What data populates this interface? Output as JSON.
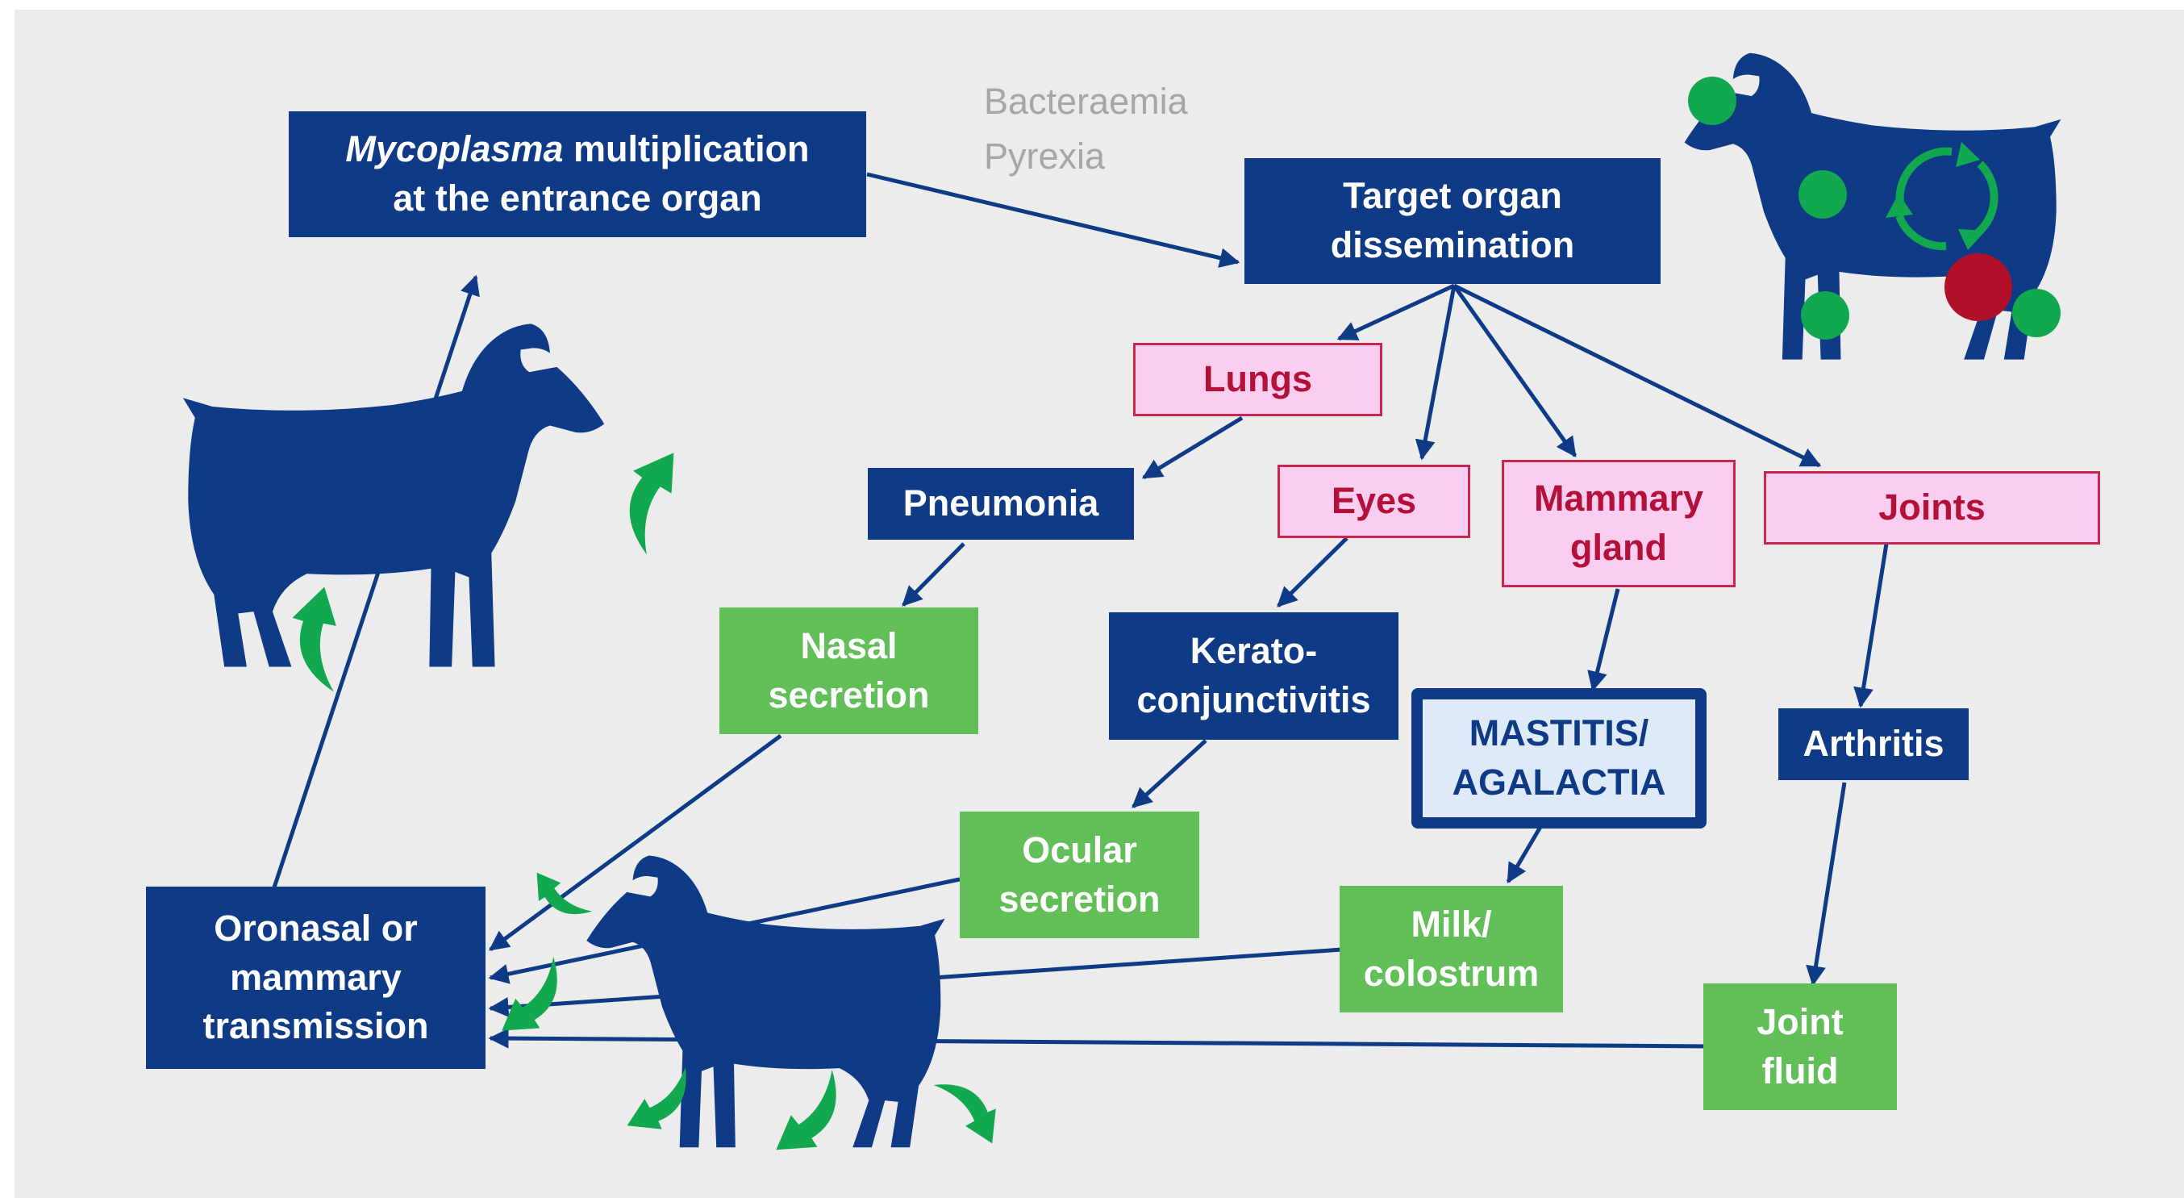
{
  "nodes": {
    "entrance": {
      "line1_italic": "Mycoplasma",
      "line1_rest": " multiplication",
      "line2": "at the entrance organ"
    },
    "bacteraemia": "Bacteraemia",
    "pyrexia": "Pyrexia",
    "dissemination": {
      "line1": "Target organ",
      "line2": "dissemination"
    },
    "lungs": "Lungs",
    "eyes": "Eyes",
    "mammary": {
      "line1": "Mammary",
      "line2": "gland"
    },
    "joints": "Joints",
    "pneumonia": "Pneumonia",
    "kerato": {
      "line1": "Kerato-",
      "line2": "conjunctivitis"
    },
    "mastitis": {
      "line1": "MASTITIS/",
      "line2": "AGALACTIA"
    },
    "arthritis": "Arthritis",
    "nasal": {
      "line1": "Nasal",
      "line2": "secretion"
    },
    "ocular": {
      "line1": "Ocular",
      "line2": "secretion"
    },
    "milk": {
      "line1": "Milk/",
      "line2": "colostrum"
    },
    "joint_fluid": {
      "line1": "Joint",
      "line2": "fluid"
    },
    "transmission": {
      "line1": "Oronasal or",
      "line2": "mammary",
      "line3": "transmission"
    }
  },
  "colors": {
    "navy": "#0f3a85",
    "pink_fill": "#fbcdf0",
    "pink_text": "#b3103a",
    "green": "#62bf58",
    "arrow_green": "#11a84f",
    "red_dot": "#b0102a",
    "light_fill": "#dfeaf8",
    "background": "#ececec"
  }
}
